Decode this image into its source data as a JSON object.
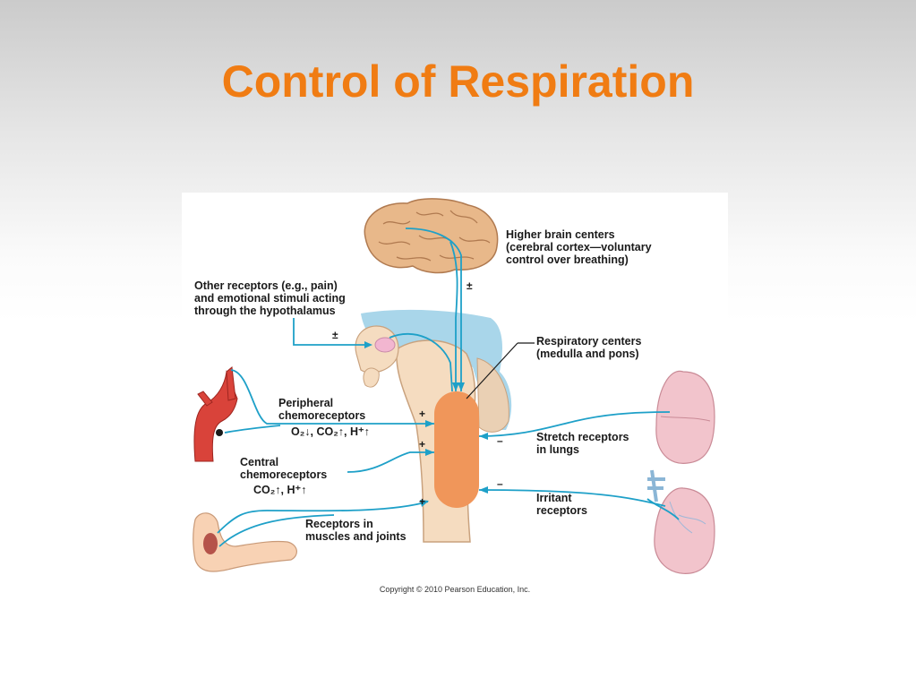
{
  "slide": {
    "title": "Control of Respiration"
  },
  "colors": {
    "title": "#f07c13",
    "nerve_line": "#1ea0c8",
    "respiratory_center": "#f0965a",
    "brain": "#e8b88a",
    "cerebrospinal": "#a9d6ea",
    "lungs": "#f2c4cc"
  },
  "labels": {
    "higher_brain": "Higher brain centers\n(cerebral cortex—voluntary\ncontrol over breathing)",
    "other_receptors": "Other receptors (e.g., pain)\nand emotional stimuli acting\nthrough the hypothalamus",
    "respiratory_centers": "Respiratory centers\n(medulla and pons)",
    "peripheral_chemo": "Peripheral\nchemoreceptors",
    "peripheral_chemo_stimuli": "O₂↓, CO₂↑, H⁺↑",
    "central_chemo": "Central\nchemoreceptors",
    "central_chemo_stimuli": "CO₂↑, H⁺↑",
    "stretch_receptors": "Stretch receptors\nin lungs",
    "irritant_receptors": "Irritant\nreceptors",
    "muscle_receptors": "Receptors in\nmuscles and joints"
  },
  "signs": {
    "higher_brain": "±",
    "hypothalamus": "±",
    "peripheral": "+",
    "central": "+",
    "muscles": "+",
    "stretch": "–",
    "irritant": "–"
  },
  "copyright": "Copyright © 2010 Pearson Education, Inc."
}
